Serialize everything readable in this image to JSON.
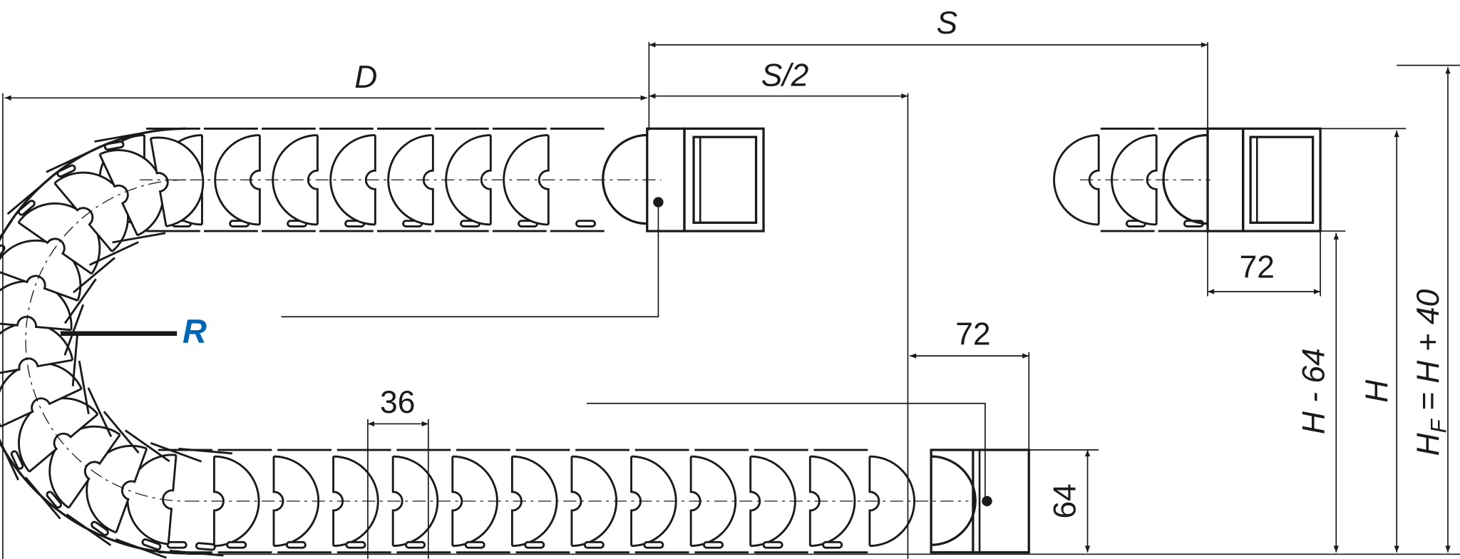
{
  "labels": {
    "S": "S",
    "S_half": "S/2",
    "D": "D",
    "R": "R",
    "width_72_lower": "72",
    "width_72_upper": "72",
    "pitch_36": "36",
    "height_64": "64",
    "H_minus_64": "H - 64",
    "H": "H",
    "HF_main": "H",
    "HF_sub": "F",
    "HF_rest": " = H + 40"
  },
  "colors": {
    "line": "#1a1a1a",
    "bracket_fill": "#d2d2d4",
    "radius_label": "#0066b3"
  }
}
